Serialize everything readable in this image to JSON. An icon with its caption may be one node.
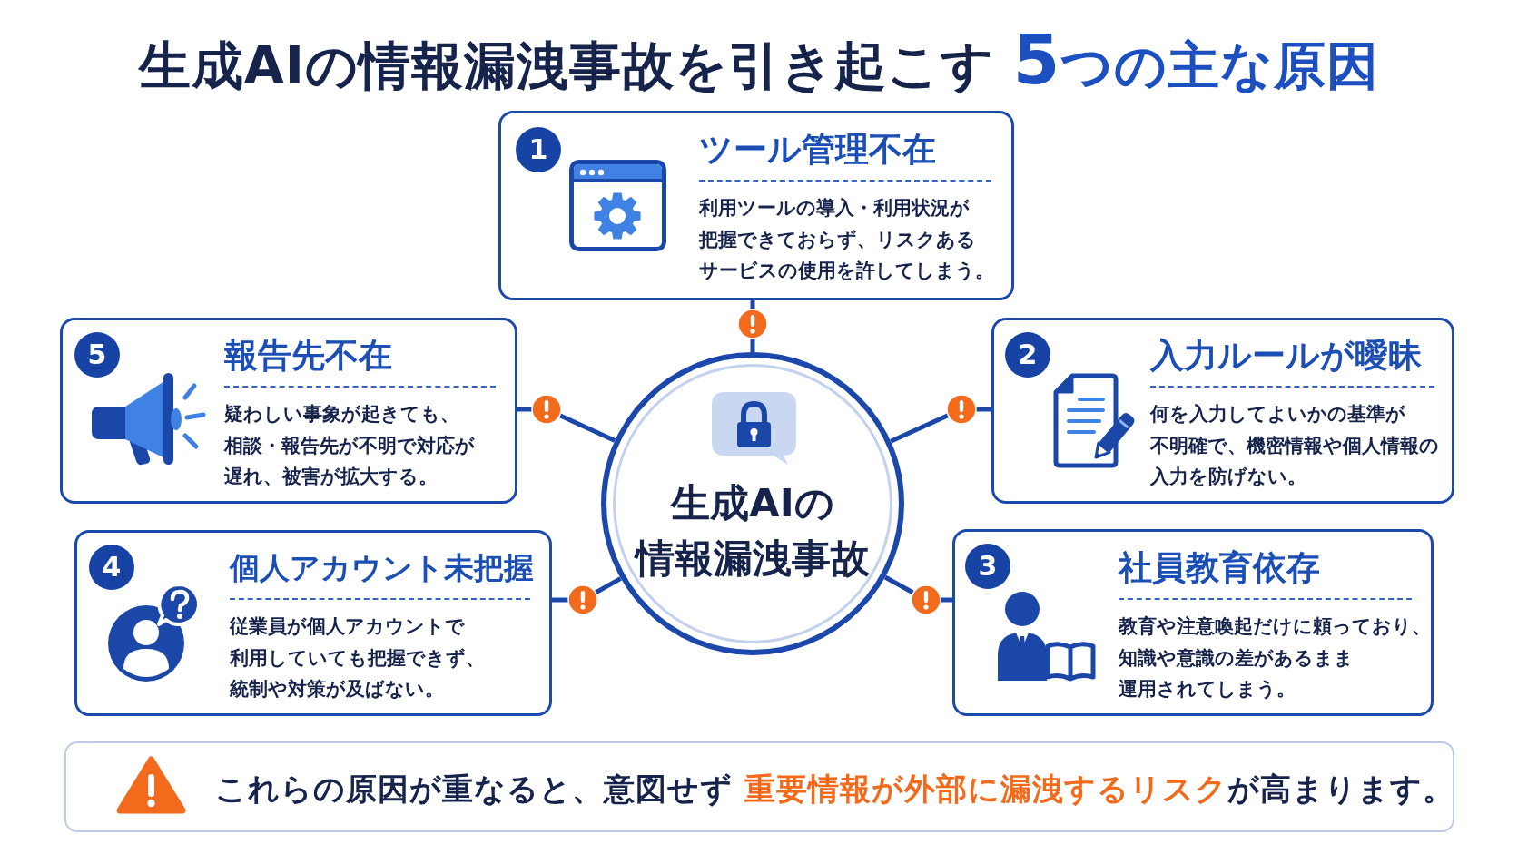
{
  "diagram": {
    "title": "生成AIの情報漏洩事故を引き起こす **5つの主な原因**",
    "nodes": [
      {
        "text": [
          "ツール管理不在",
          "利用ツールの導入・利用状況が把握できておらず、リスクあるサービスの使用を許してしまう。"
        ]
      },
      {
        "text": [
          "1"
        ],
        "in": 0
      },
      {
        "text": [
          "入力ルールが曖昧",
          "何を入力してよいかの基準が不明確で、機密情報や個人情報の入力を防げない。"
        ]
      },
      {
        "text": [
          "2"
        ],
        "in": 2
      },
      {
        "text": [
          "社員教育依存",
          "教育や注意喚起だけに頼っており、知識や意識の差があるまま運用されてしまう。"
        ]
      },
      {
        "text": [
          "3"
        ],
        "in": 4
      },
      {
        "text": [
          "個人アカウント未把握",
          "従業員が個人アカウントで利用していても把握できず、統制や対策が及ばない。"
        ]
      },
      {
        "text": [
          "4"
        ],
        "in": 6
      },
      {
        "text": [
          "報告先不在",
          "疑わしい事象が起きても、相談・報告先が不明で対応が遅れ、被害が拡大する。"
        ]
      },
      {
        "text": [
          "5"
        ],
        "in": 8
      },
      {
        "text": [
          "生成AIの情報漏洩事故"
        ]
      },
      {
        "text": [
          "これらの原因が重なると、意図せず **重要情報が外部に漏洩するリスク**が高まります。"
        ]
      }
    ],
    "edges": [
      {
        "from": 10,
        "to": 0,
        "arrow": "none"
      },
      {
        "from": 10,
        "to": 2,
        "arrow": "none"
      },
      {
        "from": 10,
        "to": 4,
        "arrow": "none"
      },
      {
        "from": 10,
        "to": 6,
        "arrow": "none"
      },
      {
        "from": 10,
        "to": 8,
        "arrow": "none"
      }
    ]
  }
}
